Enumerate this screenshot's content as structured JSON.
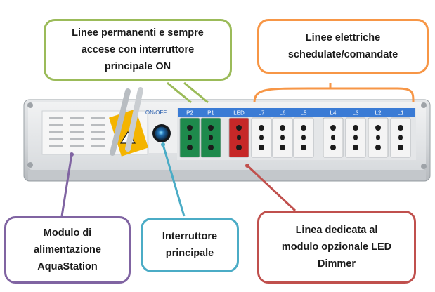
{
  "callouts": {
    "permanent": {
      "lines": [
        "Linee permanenti e sempre",
        "accese con interruttore",
        "principale ON"
      ],
      "color": "#9bbb59"
    },
    "scheduled": {
      "lines": [
        "Linee elettriche",
        "schedulate/comandate"
      ],
      "color": "#f79646"
    },
    "power_module": {
      "lines": [
        "Modulo di",
        "alimentazione",
        "AquaStation"
      ],
      "color": "#8064a2"
    },
    "main_switch": {
      "lines": [
        "Interruttore",
        "principale"
      ],
      "color": "#4bacc6"
    },
    "led_line": {
      "lines": [
        "Linea dedicata al",
        "modulo opzionale LED",
        "Dimmer"
      ],
      "color": "#c0504d"
    }
  },
  "panel": {
    "switch_label": "ON/OFF",
    "sockets": [
      {
        "label": "P2",
        "color": "#1e8a4c"
      },
      {
        "label": "P1",
        "color": "#1e8a4c"
      },
      {
        "label": "LED",
        "color": "#c62828"
      },
      {
        "label": "L7",
        "color": "#f4f4f4"
      },
      {
        "label": "L6",
        "color": "#f4f4f4"
      },
      {
        "label": "L5",
        "color": "#f4f4f4"
      },
      {
        "label": "L4",
        "color": "#f4f4f4"
      },
      {
        "label": "L3",
        "color": "#f4f4f4"
      },
      {
        "label": "L2",
        "color": "#f4f4f4"
      },
      {
        "label": "L1",
        "color": "#f4f4f4"
      }
    ]
  }
}
